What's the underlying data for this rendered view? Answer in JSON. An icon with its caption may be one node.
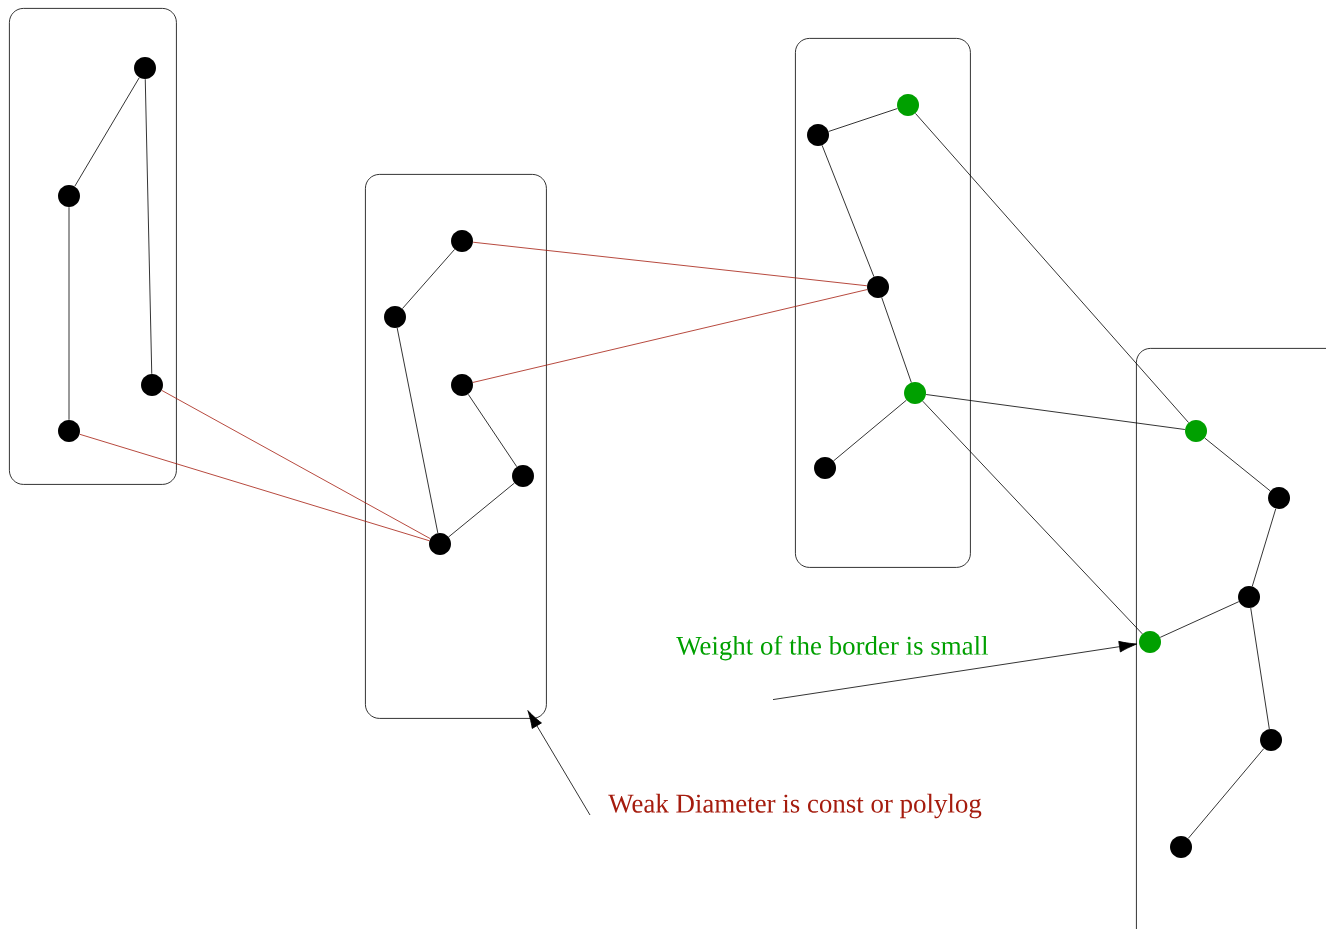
{
  "diagram": {
    "nodes": [
      {
        "text": [],
        "shape": "box"
      },
      {
        "text": [],
        "shape": "circle",
        "in": 0
      },
      {
        "text": [],
        "shape": "circle",
        "in": 0
      },
      {
        "text": [],
        "shape": "circle",
        "in": 0
      },
      {
        "text": [],
        "shape": "circle",
        "in": 0
      },
      {
        "text": [],
        "shape": "box"
      },
      {
        "text": [],
        "shape": "circle",
        "in": 5
      },
      {
        "text": [],
        "shape": "circle",
        "in": 5
      },
      {
        "text": [],
        "shape": "circle",
        "in": 5
      },
      {
        "text": [],
        "shape": "circle",
        "in": 5
      },
      {
        "text": [],
        "shape": "circle",
        "in": 5
      },
      {
        "text": [],
        "shape": "box"
      },
      {
        "text": [],
        "shape": "circle",
        "in": 11
      },
      {
        "text": [],
        "shape": "circle",
        "in": 11
      },
      {
        "text": [],
        "shape": "circle",
        "in": 11
      },
      {
        "text": [],
        "shape": "circle",
        "in": 11
      },
      {
        "text": [],
        "shape": "circle",
        "in": 11
      },
      {
        "text": [],
        "shape": "box"
      },
      {
        "text": [],
        "shape": "circle",
        "in": 17
      },
      {
        "text": [],
        "shape": "circle",
        "in": 17
      },
      {
        "text": [],
        "shape": "circle",
        "in": 17
      },
      {
        "text": [],
        "shape": "circle",
        "in": 17
      },
      {
        "text": [],
        "shape": "circle",
        "in": 17
      },
      {
        "text": [],
        "shape": "circle",
        "in": 17
      },
      {
        "text": [
          "Weight of the border is small"
        ]
      },
      {
        "text": [
          "Weak Diameter is const or polylog"
        ]
      }
    ],
    "edges": [
      {
        "from": 1,
        "to": 2,
        "arrow": "none"
      },
      {
        "from": 2,
        "to": 4,
        "arrow": "none"
      },
      {
        "from": 1,
        "to": 3,
        "arrow": "none"
      },
      {
        "from": 6,
        "to": 7,
        "arrow": "none"
      },
      {
        "from": 7,
        "to": 10,
        "arrow": "none"
      },
      {
        "from": 8,
        "to": 9,
        "arrow": "none"
      },
      {
        "from": 9,
        "to": 10,
        "arrow": "none"
      },
      {
        "from": 12,
        "to": 13,
        "arrow": "none"
      },
      {
        "from": 12,
        "to": 14,
        "arrow": "none"
      },
      {
        "from": 14,
        "to": 15,
        "arrow": "none"
      },
      {
        "from": 15,
        "to": 16,
        "arrow": "none"
      },
      {
        "from": 18,
        "to": 19,
        "arrow": "none"
      },
      {
        "from": 19,
        "to": 20,
        "arrow": "none"
      },
      {
        "from": 20,
        "to": 21,
        "arrow": "none"
      },
      {
        "from": 20,
        "to": 22,
        "arrow": "none"
      },
      {
        "from": 22,
        "to": 23,
        "arrow": "none"
      },
      {
        "from": 4,
        "to": 10,
        "arrow": "none",
        "color": "#a51c0e"
      },
      {
        "from": 3,
        "to": 10,
        "arrow": "none",
        "color": "#a51c0e"
      },
      {
        "from": 6,
        "to": 14,
        "arrow": "none",
        "color": "#a51c0e"
      },
      {
        "from": 8,
        "to": 14,
        "arrow": "none",
        "color": "#a51c0e"
      },
      {
        "from": 13,
        "to": 18,
        "arrow": "none"
      },
      {
        "from": 15,
        "to": 18,
        "arrow": "none"
      },
      {
        "from": 15,
        "to": 21,
        "arrow": "none"
      },
      {
        "from": 24,
        "to": 21,
        "arrow": "to"
      },
      {
        "from": 25,
        "to": 5,
        "arrow": "to"
      }
    ]
  }
}
